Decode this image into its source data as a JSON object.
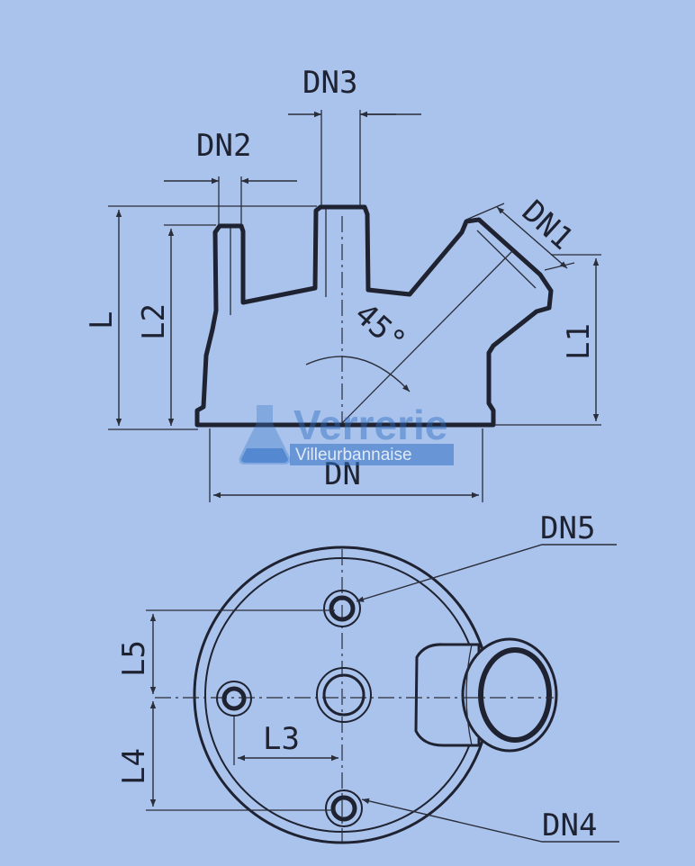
{
  "labels": {
    "dn": "DN",
    "dn1": "DN1",
    "dn2": "DN2",
    "dn3": "DN3",
    "dn4": "DN4",
    "dn5": "DN5",
    "l": "L",
    "l1": "L1",
    "l2": "L2",
    "l3": "L3",
    "l4": "L4",
    "l5": "L5",
    "angle": "45°"
  },
  "watermark": {
    "brand": "Verrerie",
    "sub": "Villeurbannaise"
  },
  "colors": {
    "background": "#aac3ec",
    "line": "#1f2230"
  }
}
